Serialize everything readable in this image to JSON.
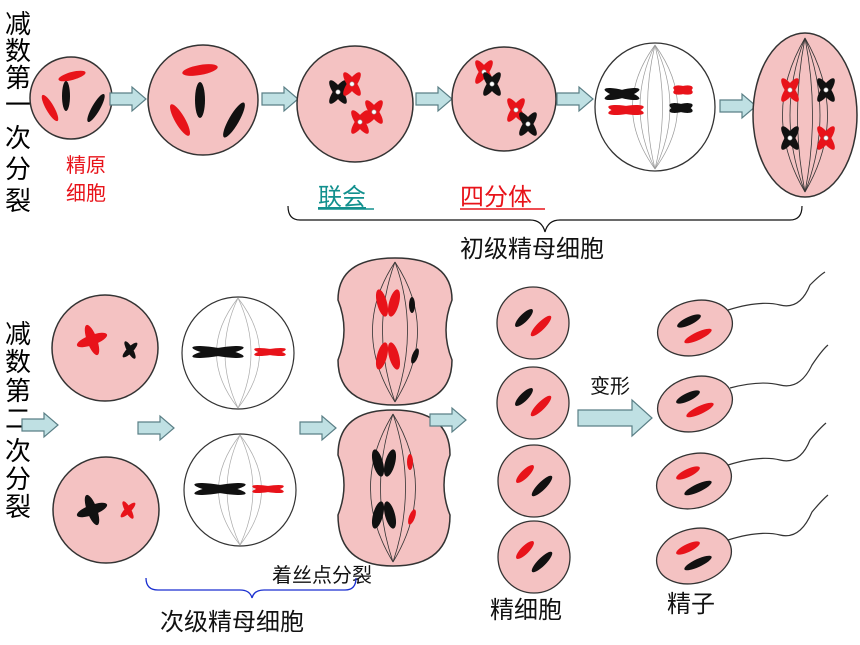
{
  "row1": {
    "side_label": [
      "减",
      "数",
      "第",
      "一",
      "次",
      "分",
      "裂"
    ],
    "spermatogonium_label": [
      "精原",
      "细胞"
    ],
    "synapsis_label": "联会",
    "tetrad_label": "四分体",
    "primary_spermatocyte_label": "初级精母细胞"
  },
  "row2": {
    "side_label": [
      "减",
      "数",
      "第",
      "二",
      "次",
      "分",
      "裂"
    ],
    "centromere_split_label": "着丝点分裂",
    "secondary_spermatocyte_label": "次级精母细胞",
    "spermatid_label": "精细胞",
    "transform_label": "变形",
    "sperm_label": "精子"
  },
  "colors": {
    "cell_fill": "#f4c2c2",
    "cell_stroke": "#333333",
    "chromosome_red": "#e8131a",
    "chromosome_black": "#111111",
    "arrow_fill": "#bfe0e3",
    "arrow_stroke": "#5a7f86",
    "link_teal": "#12908e",
    "link_red": "#e8131a",
    "brace_blue": "#1a2fd0"
  }
}
